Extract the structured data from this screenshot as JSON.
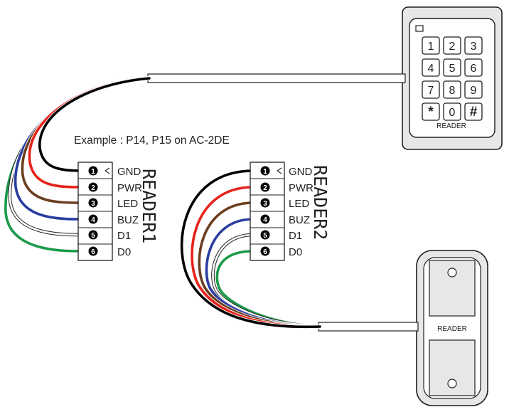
{
  "caption": "Example : P14, P15 on AC-2DE",
  "terminals": [
    {
      "number": "1",
      "label": "GND"
    },
    {
      "number": "2",
      "label": "PWR"
    },
    {
      "number": "3",
      "label": "LED"
    },
    {
      "number": "4",
      "label": "BUZ"
    },
    {
      "number": "5",
      "label": "D1"
    },
    {
      "number": "6",
      "label": "D0"
    }
  ],
  "connectors": {
    "reader1": {
      "title": "READER1"
    },
    "reader2": {
      "title": "READER2"
    }
  },
  "keypad_reader": {
    "keys": [
      "1",
      "2",
      "3",
      "4",
      "5",
      "6",
      "7",
      "8",
      "9",
      "*",
      "0",
      "#"
    ],
    "label": "READER"
  },
  "card_reader": {
    "label": "READER"
  },
  "colors": {
    "gnd": "#000000",
    "pwr": "#e5231b",
    "led": "#6b3e1f",
    "buz": "#2b3ea0",
    "d1": "#ffffff",
    "d0": "#1c9a4a",
    "outline": "#231f20"
  }
}
